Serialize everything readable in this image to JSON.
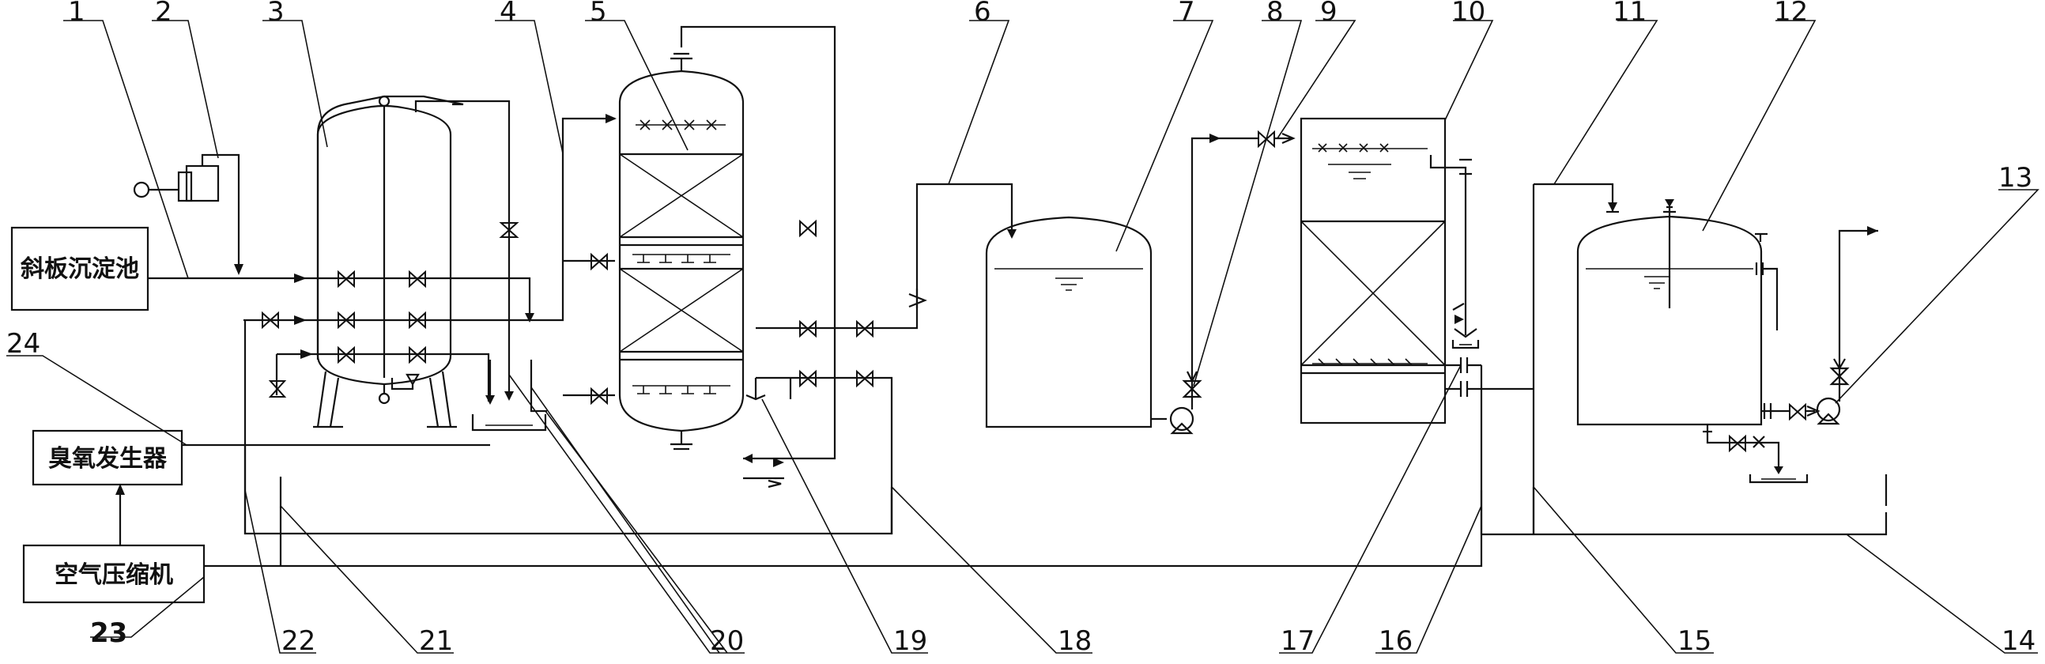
{
  "labels": {
    "n1": "1",
    "n2": "2",
    "n3": "3",
    "n4": "4",
    "n5": "5",
    "n6": "6",
    "n7": "7",
    "n8": "8",
    "n9": "9",
    "n10": "10",
    "n11": "11",
    "n12": "12",
    "n13": "13",
    "n14": "14",
    "n15": "15",
    "n16": "16",
    "n17": "17",
    "n18": "18",
    "n19": "19",
    "n20": "20",
    "n21": "21",
    "n22": "22",
    "n23": "23",
    "n24": "24"
  },
  "boxes": {
    "sedimentation_tank": "斜板沉淀池",
    "ozone_generator": "臭氧发生器",
    "air_compressor": "空气压缩机"
  }
}
